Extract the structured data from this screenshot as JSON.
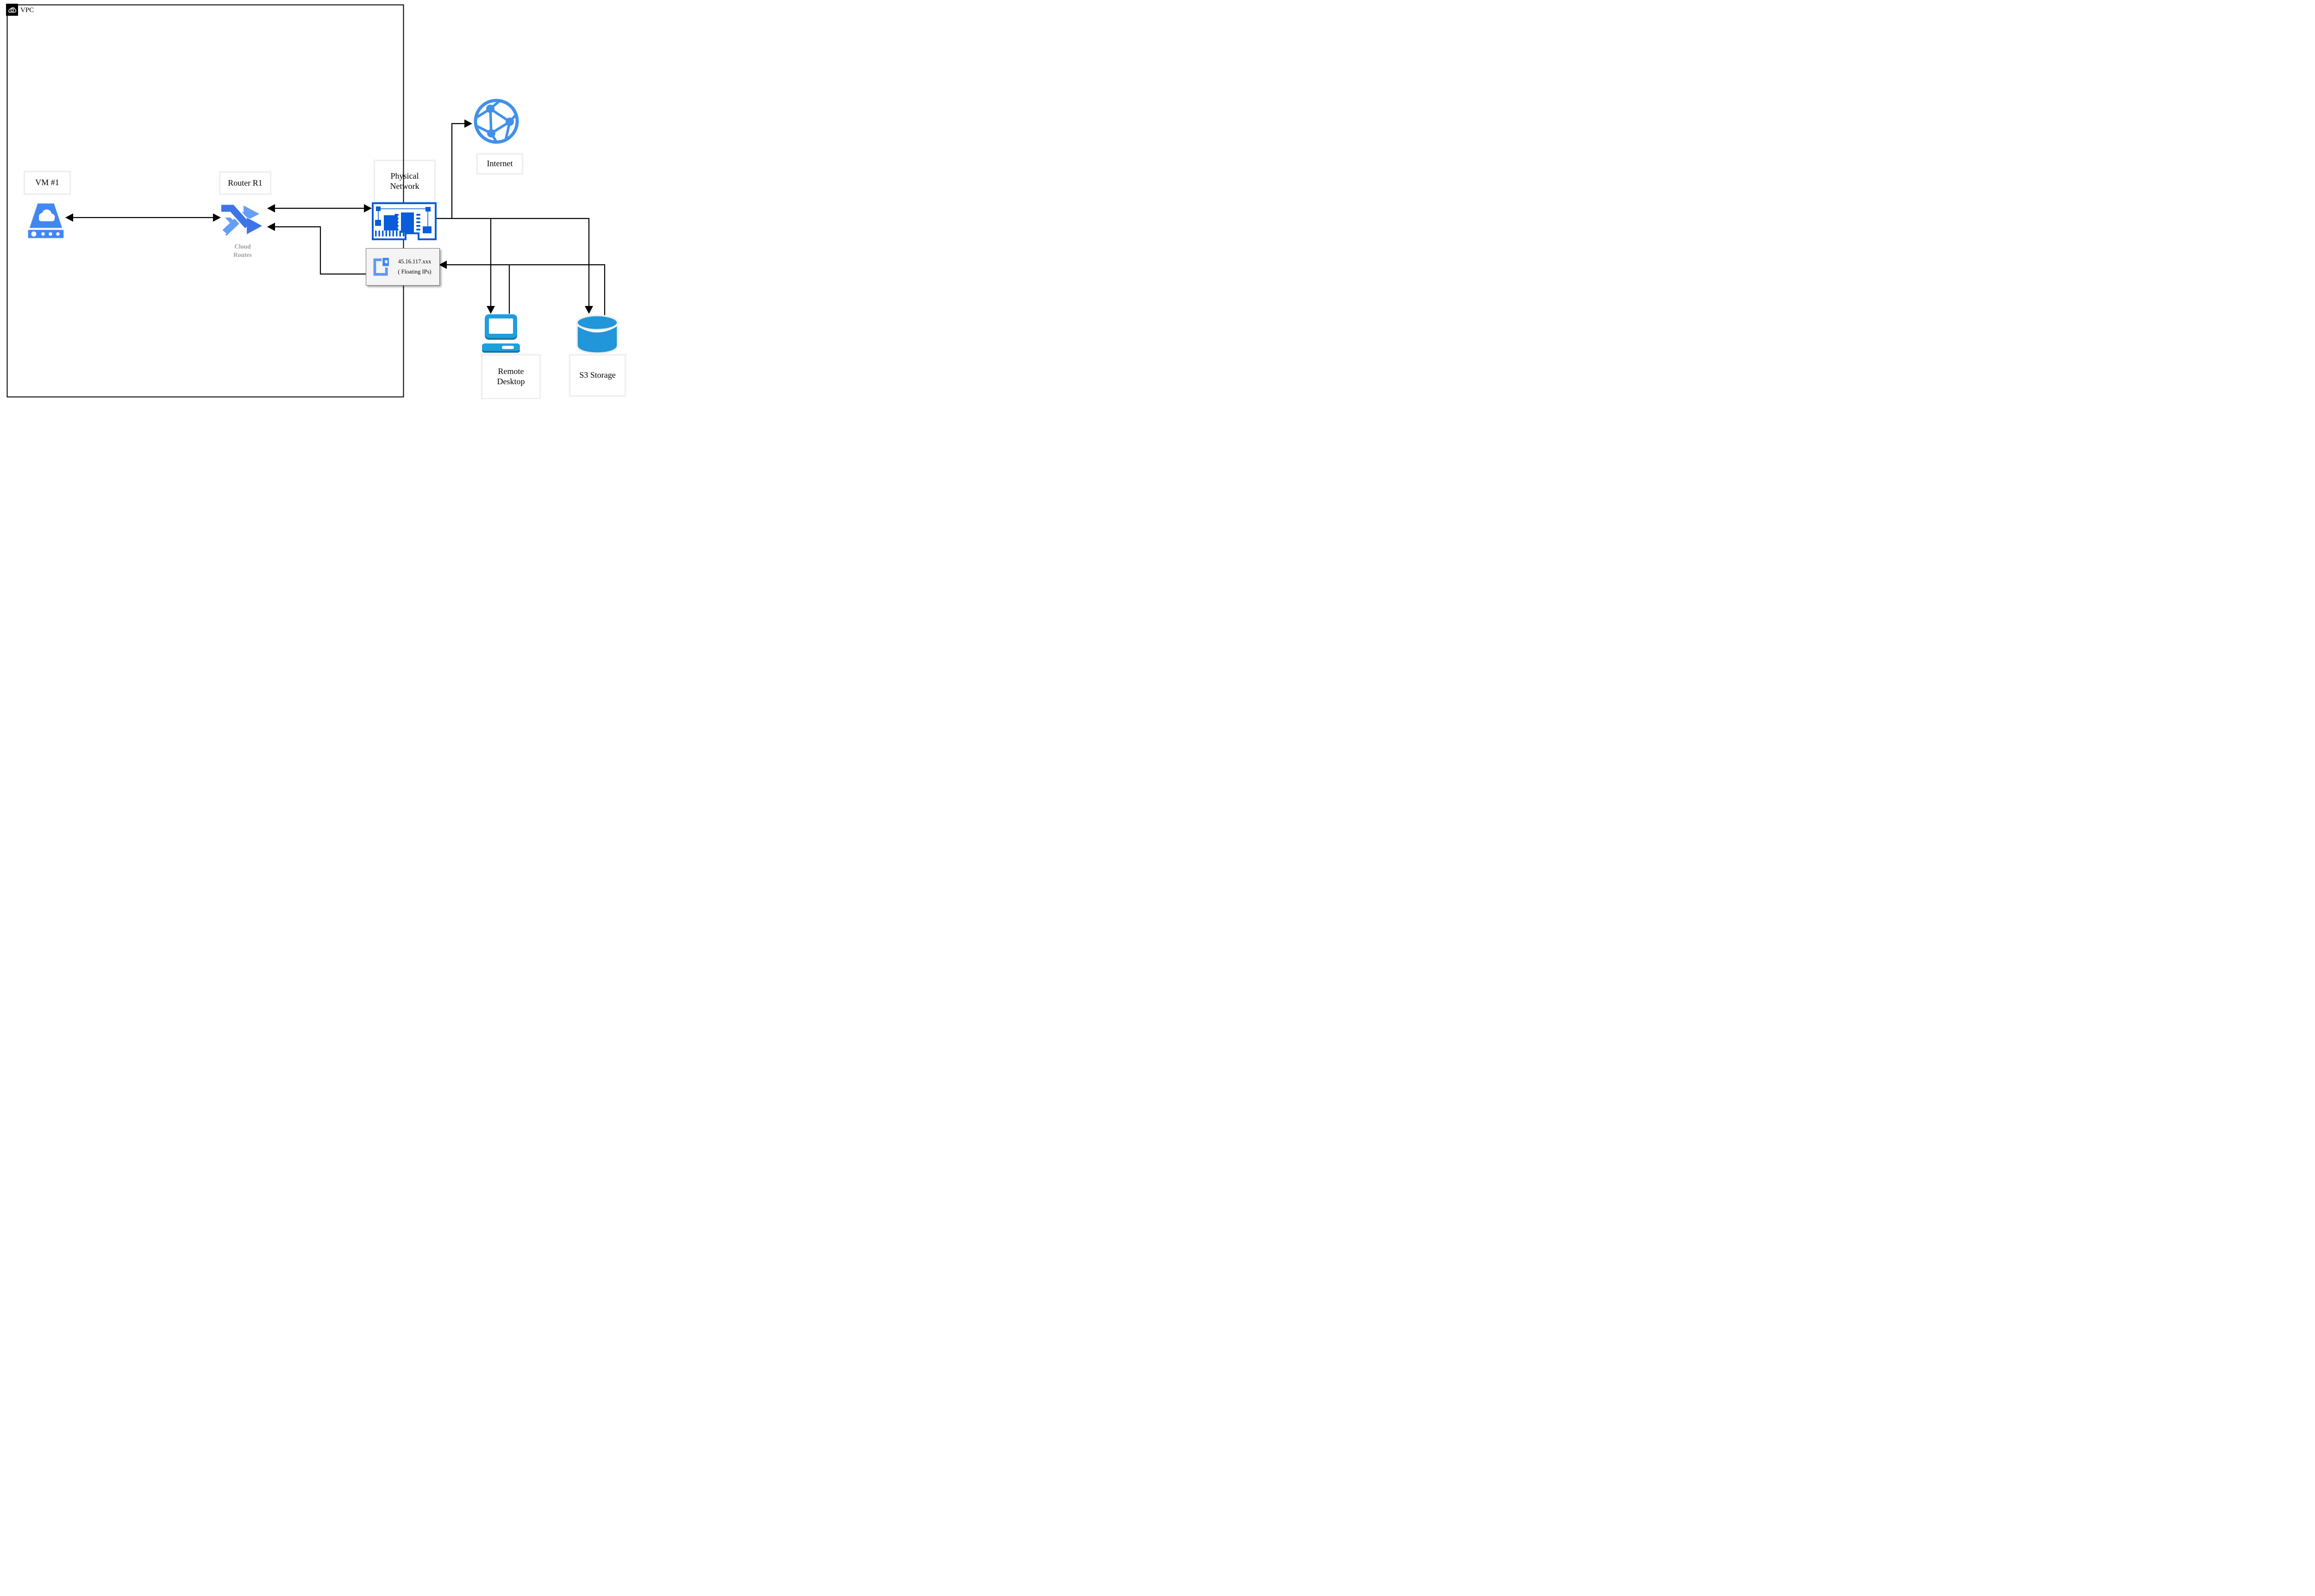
{
  "diagram": {
    "vpc_label": "VPC",
    "nodes": {
      "vm": {
        "label": "VM #1"
      },
      "router": {
        "label": "Router R1",
        "caption": "Cloud Routes"
      },
      "physical_network": {
        "line1": "Physical",
        "line2": "Network"
      },
      "internet": {
        "label": "Internet"
      },
      "floating_ips": {
        "ip": "45.16.117.xxx",
        "note": "( Floating IPs)"
      },
      "remote_desktop": {
        "line1": "Remote",
        "line2": "Desktop"
      },
      "s3": {
        "label": "S3 Storage"
      }
    },
    "edges": [
      {
        "from": "VM #1",
        "to": "Router R1",
        "style": "double-arrow"
      },
      {
        "from": "Router R1",
        "to": "Physical Network",
        "style": "double-arrow"
      },
      {
        "from": "Physical Network",
        "to": "Internet",
        "style": "arrow"
      },
      {
        "from": "Physical Network",
        "to": "Remote Desktop",
        "style": "arrow"
      },
      {
        "from": "Physical Network",
        "to": "S3 Storage",
        "style": "arrow"
      },
      {
        "from": "Remote Desktop",
        "to": "Floating IPs",
        "style": "line"
      },
      {
        "from": "S3 Storage",
        "to": "Floating IPs",
        "style": "line-arrow"
      },
      {
        "from": "Floating IPs",
        "to": "Router R1",
        "style": "arrow"
      }
    ],
    "colors": {
      "accent_blue": "#4285F4",
      "light_blue": "#669DF6",
      "nic_blue": "#0B5CDB",
      "device_cyan": "#1E9FDC",
      "device_cyan_dark": "#1478A8",
      "storage_cyan": "#2196D8",
      "caption_gray": "#9E9E9E",
      "line_black": "#000000",
      "label_border_gray": "#ECECEC",
      "floating_card_fill": "#F4F4F4",
      "floating_card_border": "#707070"
    }
  }
}
